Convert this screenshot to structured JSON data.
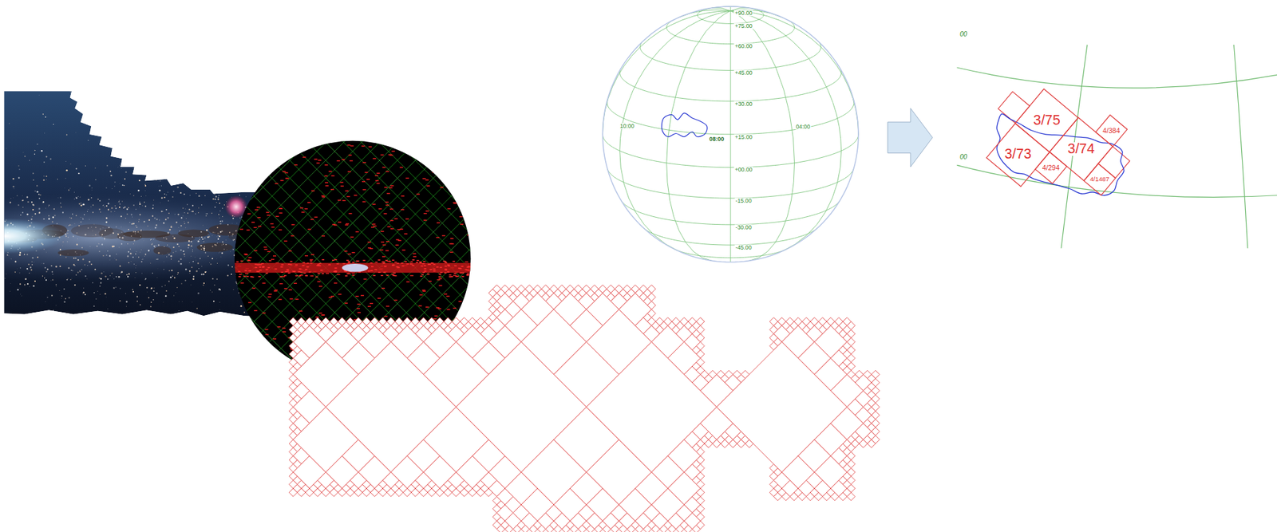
{
  "diagram": {
    "nodes": [
      {
        "text": [
          "3/75"
        ]
      },
      {
        "text": [
          "3/73"
        ]
      },
      {
        "text": [
          "3/74"
        ]
      },
      {
        "text": [
          "4/384"
        ]
      },
      {
        "text": [
          "4/294"
        ]
      },
      {
        "text": [
          "4/1487"
        ]
      }
    ],
    "labels": [
      "+90.00",
      "+75.00",
      "+60.00",
      "+45.00",
      "+30.00",
      "10:00",
      "08:00",
      "04:00",
      "+15.00",
      "+00.00",
      "-15.00",
      "-30.00",
      "-45.00",
      "00",
      "00"
    ]
  }
}
